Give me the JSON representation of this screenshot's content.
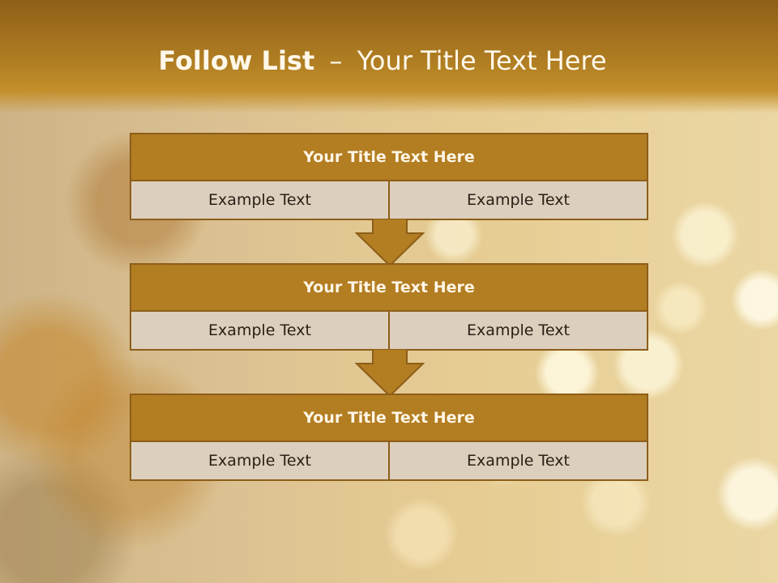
{
  "slide": {
    "title_bold": "Follow List",
    "title_sep": "–",
    "title_rest": "Your Title Text Here"
  },
  "boxes": [
    {
      "title": "Your Title Text Here",
      "left": "Example Text",
      "right": "Example Text"
    },
    {
      "title": "Your Title Text Here",
      "left": "Example Text",
      "right": "Example Text"
    },
    {
      "title": "Your Title Text Here",
      "left": "Example Text",
      "right": "Example Text"
    }
  ],
  "colors": {
    "header": "#b07e22",
    "box_title": "#b37d22",
    "box_cell": "#ddcfbe",
    "border": "#8c5e19",
    "arrow": "#b37d22"
  }
}
